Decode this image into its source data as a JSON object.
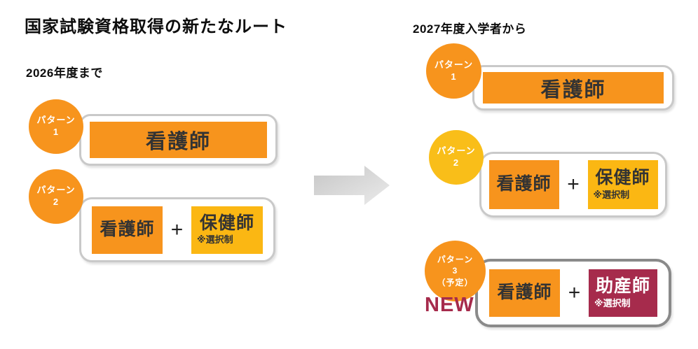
{
  "title": "国家試験資格取得の新たなルート",
  "colors": {
    "orange": "#F7941D",
    "badge_yellow": "#F9BE19",
    "box_yellow": "#FBB713",
    "crimson": "#A62B4C",
    "frame_border": "#C9C9C9",
    "frame_border_dark": "#8A8A8A",
    "new_text": "#A62B4C",
    "arrow_gray": "#D4D4D4"
  },
  "left": {
    "heading": "2026年度まで",
    "p1": {
      "badge_line1": "パターン",
      "badge_line2": "1",
      "box1": "看護師"
    },
    "p2": {
      "badge_line1": "パターン",
      "badge_line2": "2",
      "box1": "看護師",
      "plus": "+",
      "box2": "保健師",
      "box2_note": "※選択制"
    }
  },
  "right": {
    "heading": "2027年度入学者から",
    "p1": {
      "badge_line1": "パターン",
      "badge_line2": "1",
      "box1": "看護師"
    },
    "p2": {
      "badge_line1": "パターン",
      "badge_line2": "2",
      "box1": "看護師",
      "plus": "+",
      "box2": "保健師",
      "box2_note": "※選択制"
    },
    "p3": {
      "badge_line1": "パターン",
      "badge_line2": "3",
      "badge_line3": "（予定）",
      "new_label": "NEW",
      "box1": "看護師",
      "plus": "+",
      "box2": "助産師",
      "box2_note": "※選択制"
    }
  }
}
